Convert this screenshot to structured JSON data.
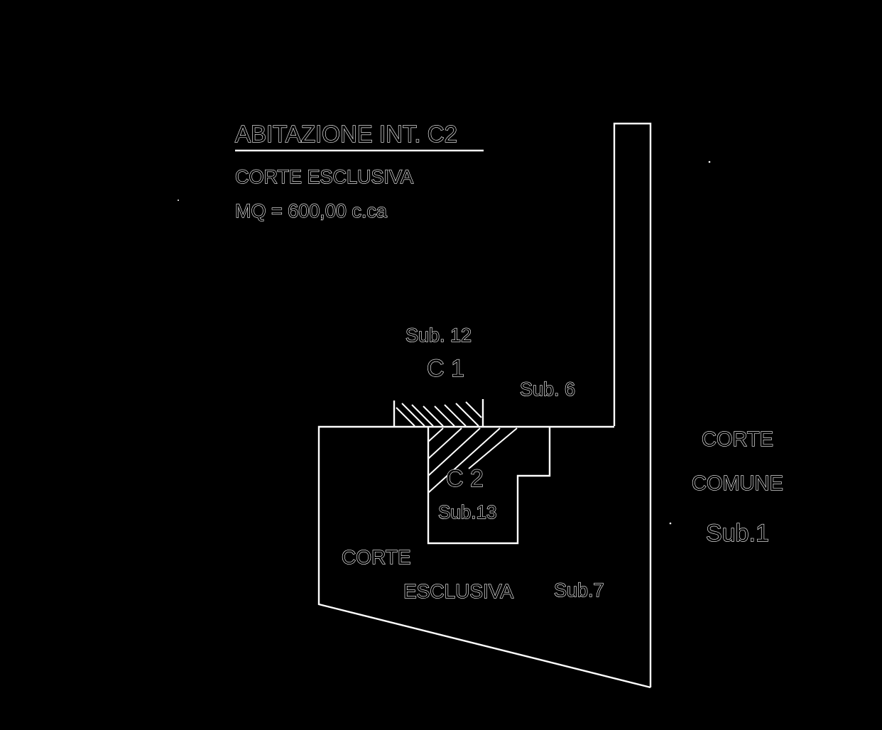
{
  "legend": {
    "title": "ABITAZIONE INT. C2",
    "subtitle": "CORTE ESCLUSIVA",
    "area": "MQ =  600,00 c.ca"
  },
  "units": {
    "c1": {
      "sub": "Sub. 12",
      "code": "C 1"
    },
    "c2": {
      "code": "C 2",
      "sub": "Sub.13"
    }
  },
  "areas": {
    "sub6": "Sub. 6",
    "corte_esclusiva": {
      "line1": "CORTE",
      "line2": "ESCLUSIVA",
      "sub": "Sub.7"
    },
    "corte_comune": {
      "line1": "CORTE",
      "line2": "COMUNE",
      "sub": "Sub.1"
    }
  },
  "colors": {
    "background": "#000000",
    "ink": "#ffffff"
  }
}
